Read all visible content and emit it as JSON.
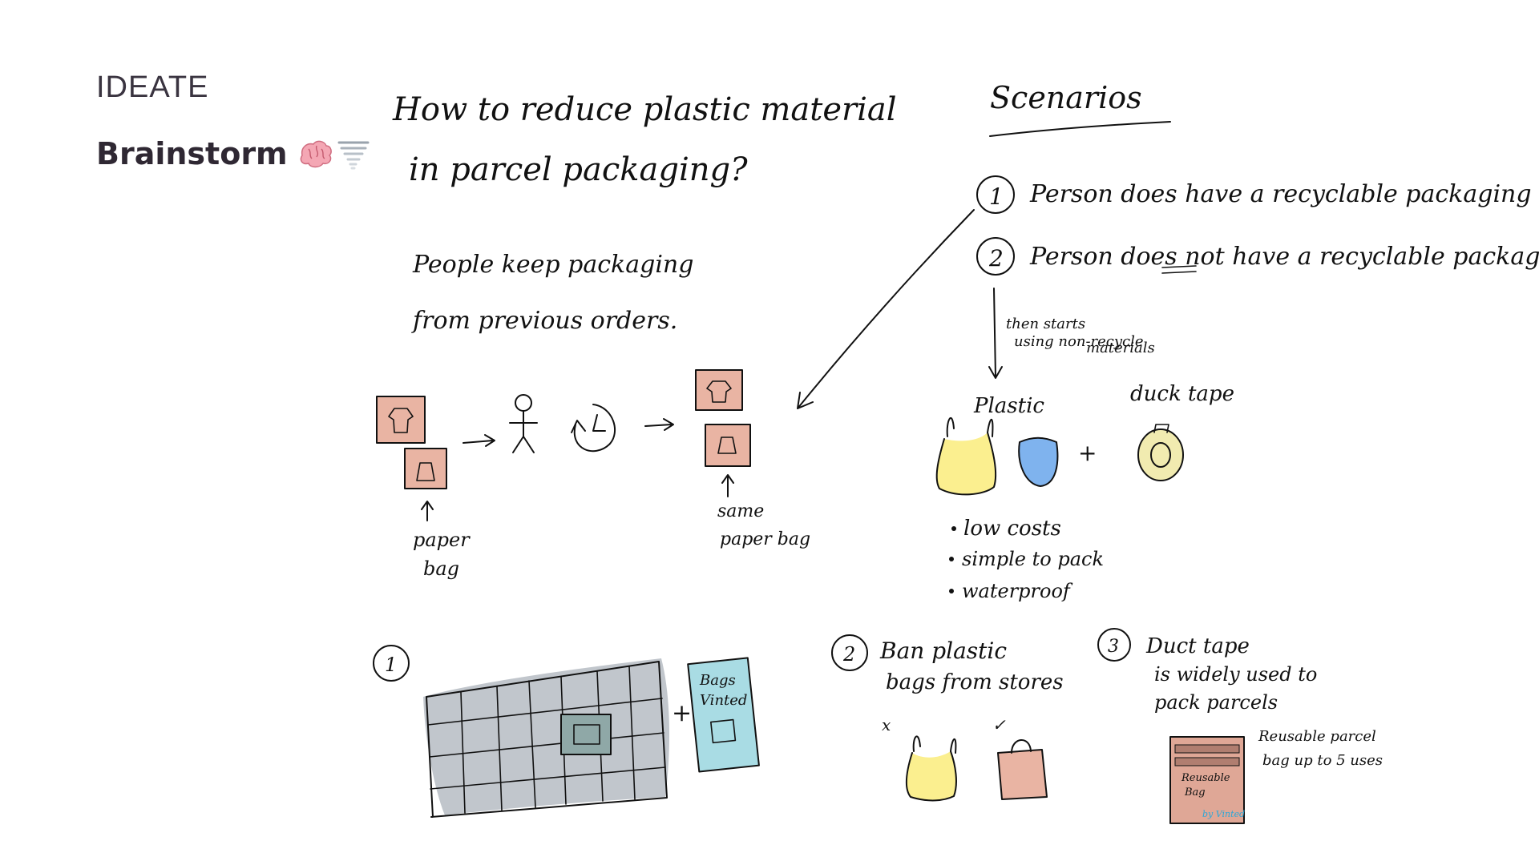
{
  "header": {
    "section_label": "IDEATE",
    "title": "Brainstorm"
  },
  "sketch": {
    "question_line1": "How to reduce plastic material",
    "question_line2": "in parcel packaging?",
    "insight_line1": "People keep packaging",
    "insight_line2": "from previous orders.",
    "paper_bag_label_line1": "paper",
    "paper_bag_label_line2": "bag",
    "same_bag_label_line1": "same",
    "same_bag_label_line2": "paper bag",
    "scenarios_heading": "Scenarios",
    "scenario_1": "Person does have a recyclable packaging",
    "scenario_2_pre": "Person does ",
    "scenario_2_not": "not",
    "scenario_2_post": " have a recyclable packaging",
    "then_note_line1": "then starts",
    "then_note_line2": "using non-recycle",
    "then_note_line3": "materials",
    "plastic_label": "Plastic",
    "duck_tape_label": "duck tape",
    "plus_sign": "+",
    "benefits": [
      "low costs",
      "simple to pack",
      "waterproof"
    ],
    "idea_1_number": "1",
    "bags_label_line1": "Bags",
    "bags_label_line2": "Vinted",
    "idea_2_number": "2",
    "idea_2_line1": "Ban plastic",
    "idea_2_line2": "bags from stores",
    "cross_mark": "x",
    "check_mark": "✓",
    "idea_3_number": "3",
    "idea_3_line1": "Duct tape",
    "idea_3_line2": "is widely used to",
    "idea_3_line3": "pack parcels",
    "reusable_bag_text_line1": "Reusable",
    "reusable_bag_text_line2": "Bag",
    "reusable_bag_brand": "by Vinted",
    "reusable_note_line1": "Reusable parcel",
    "reusable_note_line2": "bag up to 5 uses"
  },
  "colors": {
    "pink_fill": "#e9b4a3",
    "yellow_fill": "#fbef8f",
    "blue_fill": "#7fb3ee",
    "grey_fill": "#b6bcc3",
    "teal_fill": "#a9dce4",
    "brand_blue": "#2aa7d8"
  }
}
